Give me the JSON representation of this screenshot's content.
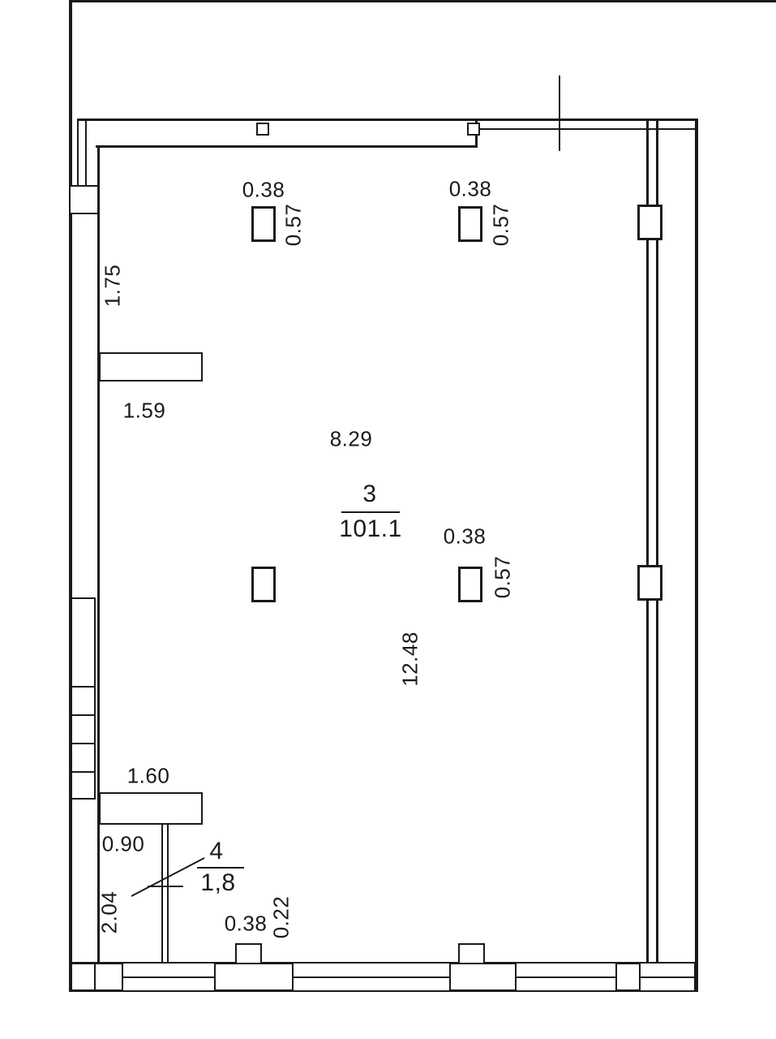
{
  "drawing": {
    "rooms": {
      "main": {
        "number": "3",
        "area": "101.1"
      },
      "small": {
        "number": "4",
        "area": "1,8"
      }
    },
    "dims": {
      "col_width": "0.38",
      "col_depth": "0.57",
      "left_upper": "1.75",
      "stub_upper": "1.59",
      "room_width": "8.29",
      "room_depth": "12.48",
      "stub_lower": "1.60",
      "niche_width": "0.90",
      "left_lower": "2.04",
      "pier_width": "0.38",
      "pier_depth": "0.22"
    }
  }
}
